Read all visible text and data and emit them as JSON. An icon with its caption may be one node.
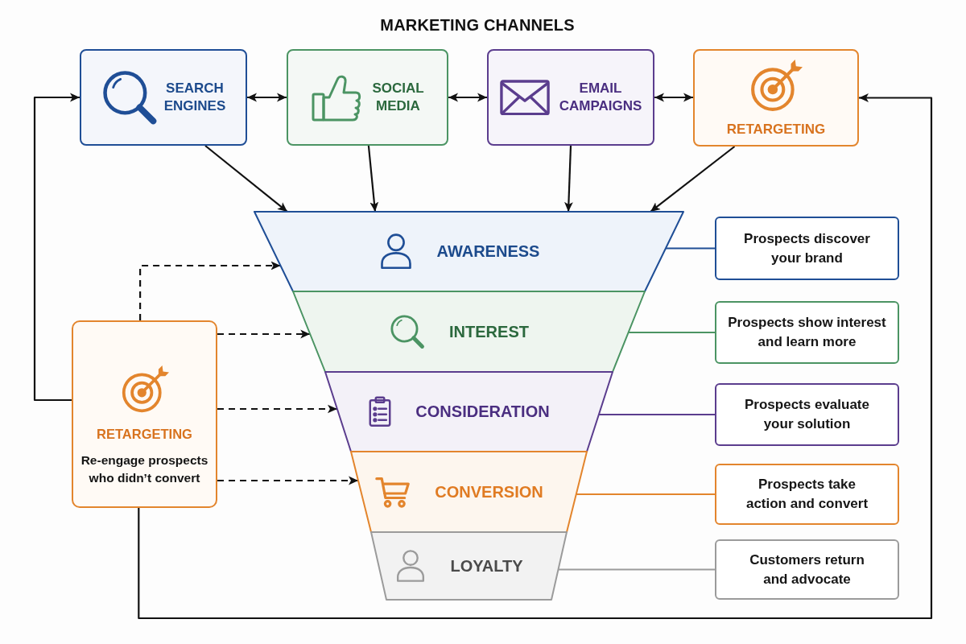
{
  "diagram": {
    "title": "MARKETING CHANNELS",
    "nodes": [
      {
        "text": [
          "SEARCH ENGINES"
        ]
      },
      {
        "text": [
          "SOCIAL MEDIA"
        ]
      },
      {
        "text": [
          "EMAIL CAMPAIGNS"
        ]
      },
      {
        "text": [
          "RETARGETING"
        ]
      },
      {
        "text": [
          "AWARENESS"
        ]
      },
      {
        "text": [
          "INTEREST"
        ]
      },
      {
        "text": [
          "CONSIDERATION"
        ]
      },
      {
        "text": [
          "CONVERSION"
        ]
      },
      {
        "text": [
          "LOYALTY"
        ]
      },
      {
        "text": [
          "Prospects discover your brand"
        ]
      },
      {
        "text": [
          "Prospects show interest and learn more"
        ]
      },
      {
        "text": [
          "Prospects evaluate your solution"
        ]
      },
      {
        "text": [
          "Prospects take action and convert"
        ]
      },
      {
        "text": [
          "Customers return and advocate"
        ]
      },
      {
        "text": [
          "RETARGETING",
          "Re-engage prospects who didn’t convert"
        ]
      }
    ],
    "edges": [
      {
        "from": 0,
        "to": 1,
        "arrow": "both"
      },
      {
        "from": 1,
        "to": 2,
        "arrow": "both"
      },
      {
        "from": 2,
        "to": 3,
        "arrow": "both"
      },
      {
        "from": 0,
        "to": 4,
        "arrow": "to"
      },
      {
        "from": 1,
        "to": 4,
        "arrow": "to"
      },
      {
        "from": 2,
        "to": 4,
        "arrow": "to"
      },
      {
        "from": 3,
        "to": 4,
        "arrow": "to"
      },
      {
        "from": 4,
        "to": 9,
        "arrow": "none",
        "color": "#1f4e96"
      },
      {
        "from": 5,
        "to": 10,
        "arrow": "none",
        "color": "#4b9463"
      },
      {
        "from": 6,
        "to": 11,
        "arrow": "none",
        "color": "#5b3d8e"
      },
      {
        "from": 7,
        "to": 12,
        "arrow": "none",
        "color": "#e3852d"
      },
      {
        "from": 8,
        "to": 13,
        "arrow": "none",
        "color": "#9b9b9b"
      },
      {
        "from": 14,
        "to": 4,
        "arrow": "to",
        "style": "dashed"
      },
      {
        "from": 14,
        "to": 5,
        "arrow": "to",
        "style": "dashed"
      },
      {
        "from": 14,
        "to": 6,
        "arrow": "to",
        "style": "dashed"
      },
      {
        "from": 14,
        "to": 7,
        "arrow": "to",
        "style": "dashed"
      },
      {
        "from": 14,
        "to": 0,
        "arrow": "to"
      },
      {
        "from": 14,
        "to": 3,
        "arrow": "to"
      }
    ]
  }
}
